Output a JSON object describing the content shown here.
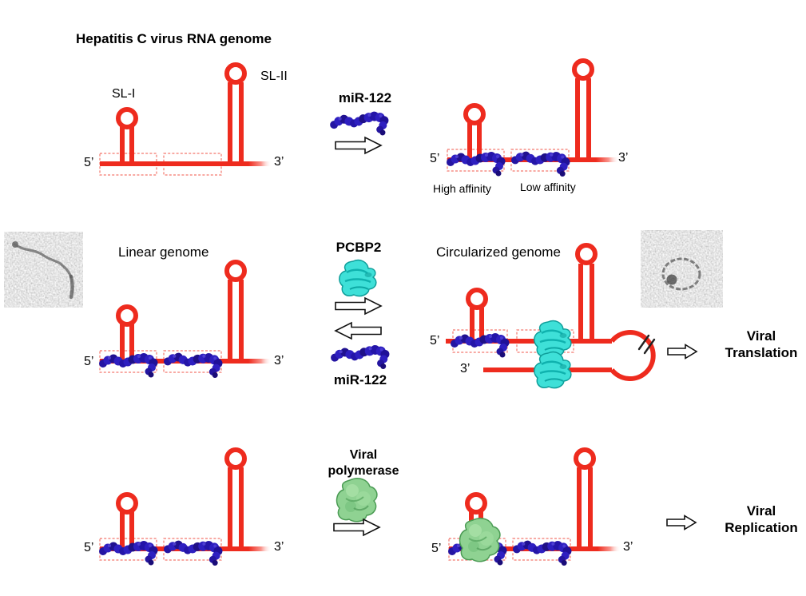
{
  "figure": {
    "title": "Hepatitis C virus RNA genome",
    "labels": {
      "sl1": "SL-I",
      "sl2": "SL-II",
      "five_prime": "5’",
      "three_prime": "3’"
    },
    "top_row": {
      "mir122": "miR-122",
      "high_affinity": "High affinity",
      "low_affinity": "Low affinity"
    },
    "middle_row": {
      "linear_genome": "Linear genome",
      "circularized_genome": "Circularized genome",
      "pcbp2": "PCBP2",
      "mir122": "miR-122",
      "outcome_line1": "Viral",
      "outcome_line2": "Translation"
    },
    "bottom_row": {
      "polymerase_line1": "Viral",
      "polymerase_line2": "polymerase",
      "outcome_line1": "Viral",
      "outcome_line2": "Replication"
    },
    "colors": {
      "rna_red": "#ee2b1e",
      "binding_box_red": "#f3786d",
      "mir122_blue": "#2e1fc0",
      "pcbp2_cyan": "#3ee0d8",
      "polymerase_green": "#8fd292",
      "arrow_outline": "#111111",
      "text": "#000000"
    }
  }
}
